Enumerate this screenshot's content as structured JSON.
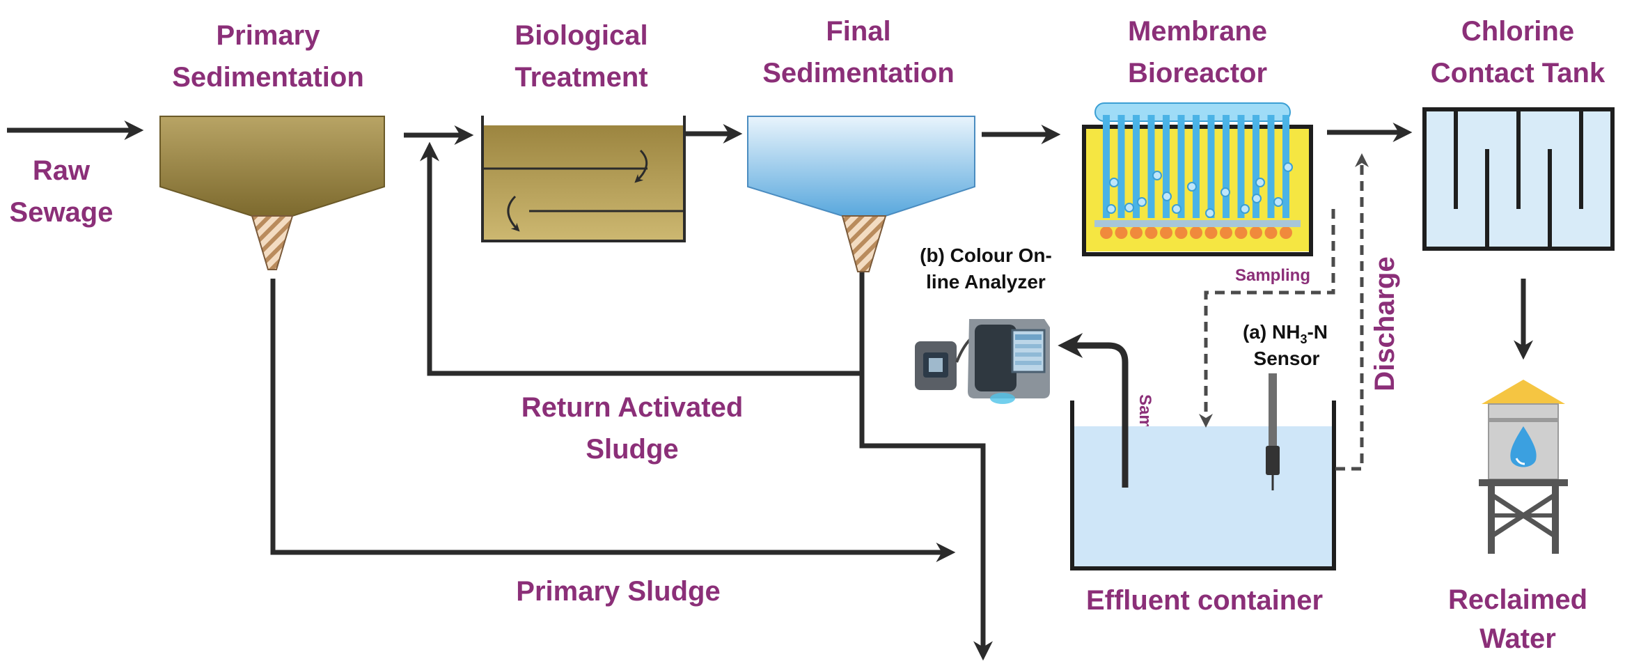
{
  "labels": {
    "raw_sewage": [
      "Raw",
      "Sewage"
    ],
    "primary_sedimentation": [
      "Primary",
      "Sedimentation"
    ],
    "biological_treatment": [
      "Biological",
      "Treatment"
    ],
    "final_sedimentation": [
      "Final",
      "Sedimentation"
    ],
    "membrane_bioreactor": [
      "Membrane",
      "Bioreactor"
    ],
    "chlorine_contact_tank": [
      "Chlorine",
      "Contact Tank"
    ],
    "return_activated_sludge": [
      "Return Activated",
      "Sludge"
    ],
    "primary_sludge": "Primary Sludge",
    "effluent_container": "Effluent container",
    "reclaimed_water": [
      "Reclaimed",
      "Water"
    ],
    "discharge": "Discharge",
    "sampling_top": "Sampling",
    "sampling_side": "Sampling",
    "analyzer": [
      "(b) Colour On-",
      "line Analyzer"
    ],
    "sensor_line1_a": "(a) NH",
    "sensor_line1_sub": "3",
    "sensor_line1_b": "-N",
    "sensor_line2": "Sensor"
  },
  "colors": {
    "label": "#8b2f78",
    "arrow": "#2b2b2b",
    "sediment": "#a08c4a",
    "water_blue": "#cfe6f8",
    "membrane_yellow": "#f5e642",
    "membrane_blue": "#4ab3e6",
    "bubble_orange": "#f08a3c",
    "tower_roof": "#f5c542"
  }
}
